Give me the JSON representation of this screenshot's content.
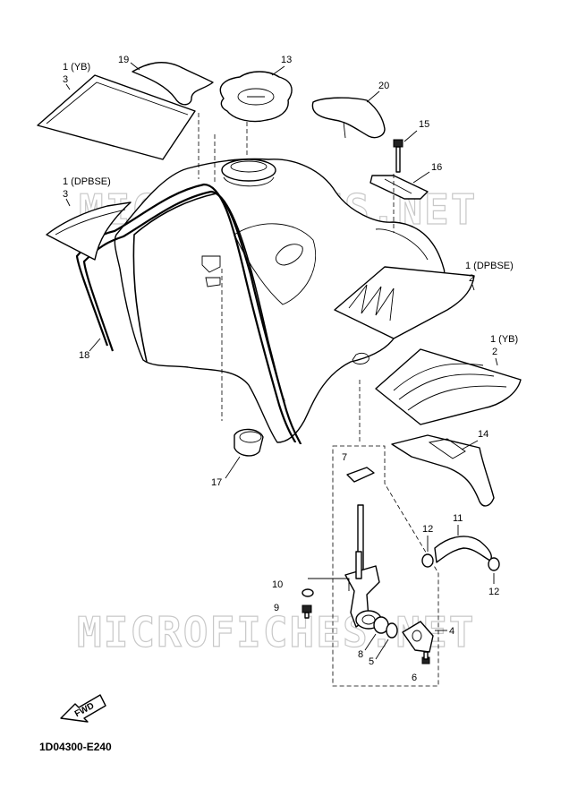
{
  "diagram_code": "1D04300-E240",
  "watermarks": [
    "MICROFICHES.NET",
    "MICROFICHES.NET"
  ],
  "fwd_label": "FWD",
  "labels": {
    "p1_yb_top": "1 (YB)",
    "p1_yb_top_sub": "3",
    "p1_dpbse_left": "1 (DPBSE)",
    "p1_dpbse_left_sub": "3",
    "p1_dpbse_right": "1 (DPBSE)",
    "p1_dpbse_right_sub": "2",
    "p1_yb_right": "1 (YB)",
    "p1_yb_right_sub": "2",
    "p4": "4",
    "p5": "5",
    "p6": "6",
    "p7": "7",
    "p8": "8",
    "p9": "9",
    "p10": "10",
    "p11": "11",
    "p12a": "12",
    "p12b": "12",
    "p13": "13",
    "p14": "14",
    "p15": "15",
    "p16": "16",
    "p17": "17",
    "p18": "18",
    "p19": "19",
    "p20": "20"
  }
}
